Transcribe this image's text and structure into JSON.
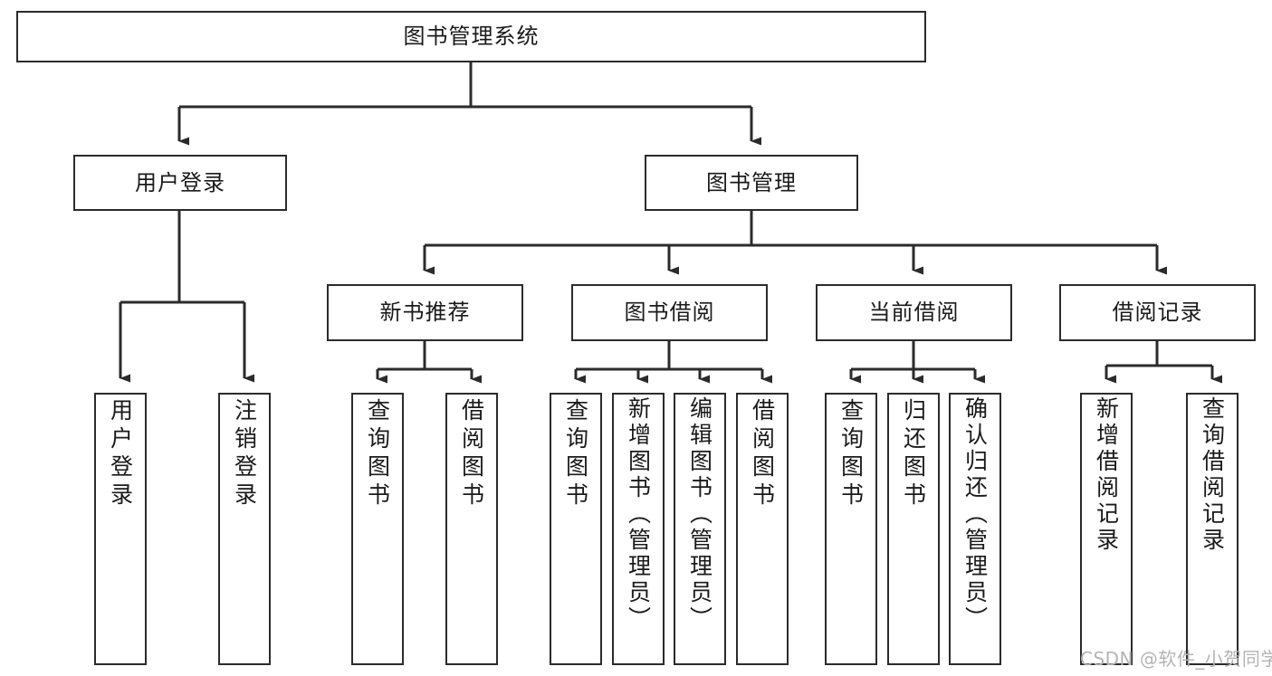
{
  "diagram": {
    "title": "图书管理系统",
    "type": "tree-hierarchy-chart",
    "stroke_color": "#2b2b2b",
    "fill_color": "#ffffff",
    "text_color": "#1a1a1a"
  },
  "nodes": {
    "root": {
      "label": "图书管理系统"
    },
    "level2": [
      {
        "id": "user-login",
        "label": "用户登录"
      },
      {
        "id": "book-manage",
        "label": "图书管理"
      }
    ],
    "level3": [
      {
        "id": "new-book-recommend",
        "label": "新书推荐"
      },
      {
        "id": "book-borrow",
        "label": "图书借阅"
      },
      {
        "id": "current-borrow",
        "label": "当前借阅"
      },
      {
        "id": "borrow-record",
        "label": "借阅记录"
      }
    ],
    "leaves": [
      {
        "id": "leaf-user-login",
        "label": "用户登录",
        "parent": "user-login"
      },
      {
        "id": "leaf-user-logout",
        "label": "注销登录",
        "parent": "user-login"
      },
      {
        "id": "leaf-query-book-1",
        "label": "查询图书",
        "parent": "new-book-recommend"
      },
      {
        "id": "leaf-borrow-book-1",
        "label": "借阅图书",
        "parent": "new-book-recommend"
      },
      {
        "id": "leaf-query-book-2",
        "label": "查询图书",
        "parent": "book-borrow"
      },
      {
        "id": "leaf-add-book",
        "label": "新增图书（管理员）",
        "parent": "book-borrow"
      },
      {
        "id": "leaf-edit-book",
        "label": "编辑图书（管理员）",
        "parent": "book-borrow"
      },
      {
        "id": "leaf-borrow-book-2",
        "label": "借阅图书",
        "parent": "book-borrow"
      },
      {
        "id": "leaf-query-book-3",
        "label": "查询图书",
        "parent": "current-borrow"
      },
      {
        "id": "leaf-return-book",
        "label": "归还图书",
        "parent": "current-borrow"
      },
      {
        "id": "leaf-confirm-return",
        "label": "确认归还（管理员）",
        "parent": "current-borrow"
      },
      {
        "id": "leaf-add-record",
        "label": "新增借阅记录",
        "parent": "borrow-record"
      },
      {
        "id": "leaf-query-record",
        "label": "查询借阅记录",
        "parent": "borrow-record"
      }
    ]
  },
  "watermark": {
    "text": "CSDN @软件_小贺同学"
  }
}
